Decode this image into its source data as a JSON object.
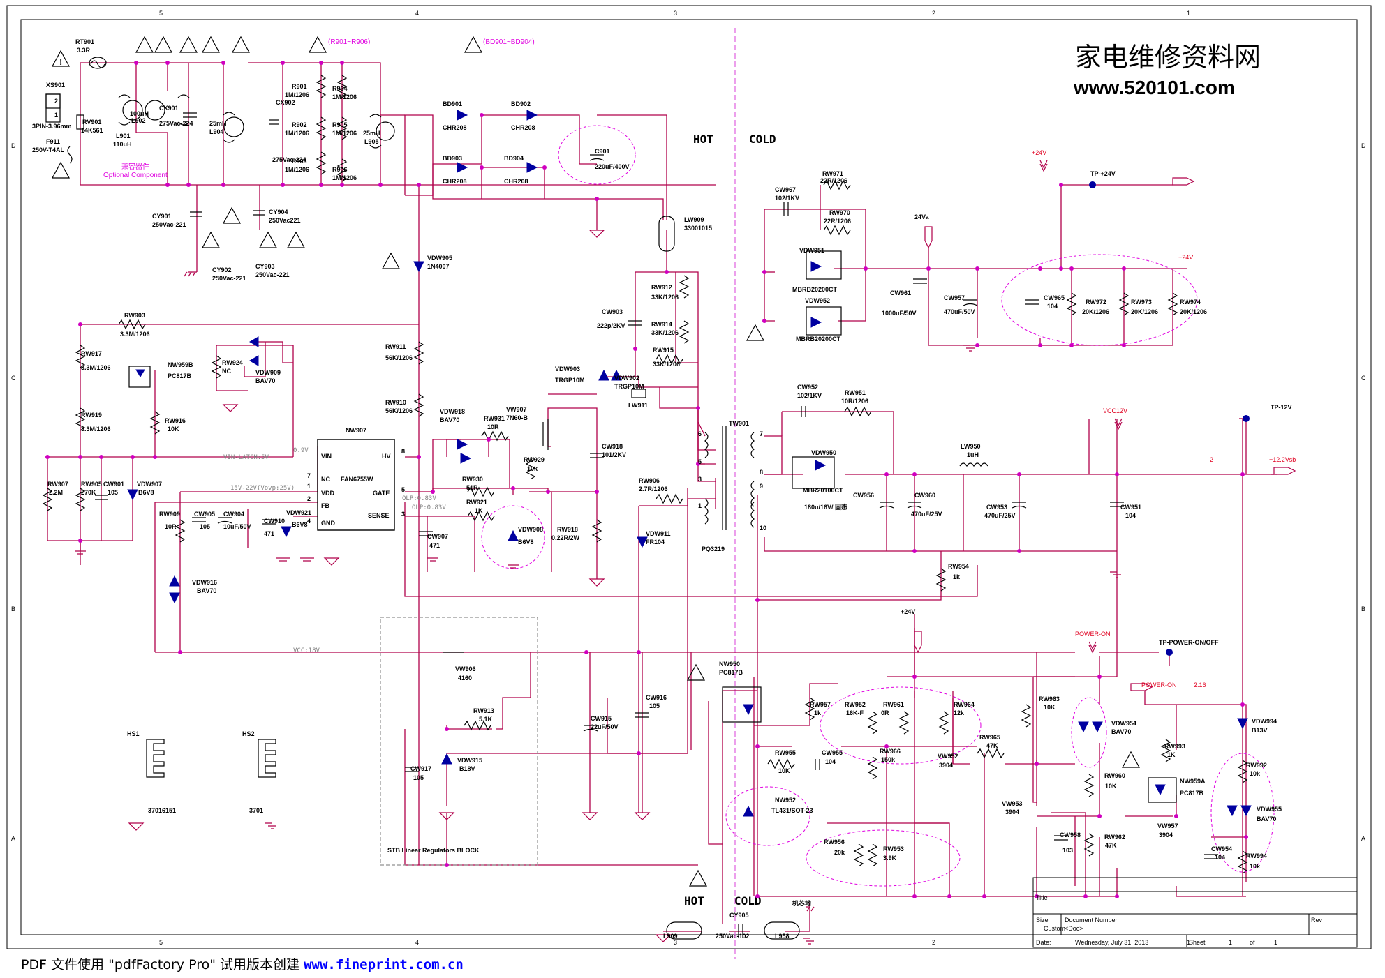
{
  "watermark": {
    "title": "家电维修资料网",
    "url": "www.520101.com"
  },
  "footer": {
    "prefix": "PDF 文件使用 \"pdfFactory Pro\" 试用版本创建 ",
    "link": "www.fineprint.com.cn"
  },
  "zones": {
    "hot": "HOT",
    "cold": "COLD"
  },
  "border": {
    "columns": [
      "5",
      "4",
      "3",
      "2",
      "1"
    ],
    "rows": [
      "D",
      "C",
      "B",
      "A"
    ]
  },
  "title_block": {
    "title": "Title",
    "size": "Size",
    "custom": "Custom",
    "doc_number": "Document Number",
    "doc": "<Doc>",
    "rev": "Rev",
    "date_label": "Date:",
    "date": "Wednesday, July 31, 2013",
    "sheet": "Sheet",
    "sheet_no": "1",
    "of": "of",
    "sheet_total": "1",
    "dot": "."
  },
  "labels": [
    {
      "id": "rt901",
      "t": "RT901"
    },
    {
      "id": "rt901v",
      "t": "3.3R"
    },
    {
      "id": "xs901",
      "t": "XS901"
    },
    {
      "id": "pin2",
      "t": "2"
    },
    {
      "id": "pin1",
      "t": "1"
    },
    {
      "id": "xs901v",
      "t": "3PIN-3.96mm"
    },
    {
      "id": "f911",
      "t": "F911"
    },
    {
      "id": "f911v",
      "t": "250V-T4AL"
    },
    {
      "id": "rv901",
      "t": "RV901"
    },
    {
      "id": "rv901v",
      "t": "14K561"
    },
    {
      "id": "l901",
      "t": "L901"
    },
    {
      "id": "l901v",
      "t": "110uH"
    },
    {
      "id": "l902v",
      "t": "100uH"
    },
    {
      "id": "l902",
      "t": "L902"
    },
    {
      "id": "cx901",
      "t": "CX901"
    },
    {
      "id": "cx901v",
      "t": "275Vac-224"
    },
    {
      "id": "opt1",
      "t": "兼容器件"
    },
    {
      "id": "opt2",
      "t": "Optional Component"
    },
    {
      "id": "l904v",
      "t": "25mH"
    },
    {
      "id": "l904",
      "t": "L904"
    },
    {
      "id": "cx902",
      "t": "CX902"
    },
    {
      "id": "cx902v",
      "t": "275Vac-224"
    },
    {
      "id": "r901",
      "t": "R901"
    },
    {
      "id": "r901v",
      "t": "1M/1206"
    },
    {
      "id": "r902",
      "t": "R902"
    },
    {
      "id": "r902v",
      "t": "1M/1206"
    },
    {
      "id": "r903",
      "t": "R903"
    },
    {
      "id": "r903v",
      "t": "1M/1206"
    },
    {
      "id": "r904",
      "t": "R904"
    },
    {
      "id": "r904v",
      "t": "1M/1206"
    },
    {
      "id": "r905",
      "t": "R905"
    },
    {
      "id": "r905v",
      "t": "1M/1206"
    },
    {
      "id": "r906",
      "t": "R906"
    },
    {
      "id": "r906v",
      "t": "1M/1206"
    },
    {
      "id": "rgrp",
      "t": "(R901~R906)"
    },
    {
      "id": "bdgrp",
      "t": "(BD901~BD904)"
    },
    {
      "id": "l905v",
      "t": "25mH"
    },
    {
      "id": "l905",
      "t": "L905"
    },
    {
      "id": "bd901",
      "t": "BD901"
    },
    {
      "id": "bd901v",
      "t": "CHR208"
    },
    {
      "id": "bd902",
      "t": "BD902"
    },
    {
      "id": "bd902v",
      "t": "CHR208"
    },
    {
      "id": "bd903",
      "t": "BD903"
    },
    {
      "id": "bd903v",
      "t": "CHR208"
    },
    {
      "id": "bd904",
      "t": "BD904"
    },
    {
      "id": "bd904v",
      "t": "CHR208"
    },
    {
      "id": "c901",
      "t": "C901"
    },
    {
      "id": "c901v",
      "t": "220uF/400V"
    },
    {
      "id": "cy901",
      "t": "CY901"
    },
    {
      "id": "cy901v",
      "t": "250Vac-221"
    },
    {
      "id": "cy904",
      "t": "CY904"
    },
    {
      "id": "cy904v",
      "t": "250Vac221"
    },
    {
      "id": "cy902",
      "t": "CY902"
    },
    {
      "id": "cy902v",
      "t": "250Vac-221"
    },
    {
      "id": "cy903",
      "t": "CY903"
    },
    {
      "id": "cy903v",
      "t": "250Vac-221"
    },
    {
      "id": "lw909",
      "t": "LW909"
    },
    {
      "id": "lw909v",
      "t": "33001015"
    },
    {
      "id": "vdw905",
      "t": "VDW905"
    },
    {
      "id": "vdw905v",
      "t": "1N4007"
    },
    {
      "id": "rw903",
      "t": "RW903"
    },
    {
      "id": "rw903v",
      "t": "3.3M/1206"
    },
    {
      "id": "rw917",
      "t": "RW917"
    },
    {
      "id": "rw917v",
      "t": "3.3M/1206"
    },
    {
      "id": "rw919",
      "t": "RW919"
    },
    {
      "id": "rw919v",
      "t": "3.3M/1206"
    },
    {
      "id": "nw959b",
      "t": "NW959B"
    },
    {
      "id": "pc817b",
      "t": "PC817B"
    },
    {
      "id": "rw924",
      "t": "RW924"
    },
    {
      "id": "rw924v",
      "t": "NC"
    },
    {
      "id": "vdw909",
      "t": "VDW909"
    },
    {
      "id": "vdw909v",
      "t": "BAV70"
    },
    {
      "id": "rw916",
      "t": "RW916"
    },
    {
      "id": "rw916v",
      "t": "10K"
    },
    {
      "id": "rw911",
      "t": "RW911"
    },
    {
      "id": "rw911v",
      "t": "56K/1206"
    },
    {
      "id": "rw910",
      "t": "RW910"
    },
    {
      "id": "rw910v",
      "t": "56K/1206"
    },
    {
      "id": "nw907",
      "t": "NW907"
    },
    {
      "id": "ic",
      "t": "FAN6755W"
    },
    {
      "id": "vin",
      "t": "VIN"
    },
    {
      "id": "hv",
      "t": "HV"
    },
    {
      "id": "nc",
      "t": "NC"
    },
    {
      "id": "vdd",
      "t": "VDD"
    },
    {
      "id": "gate",
      "t": "GATE"
    },
    {
      "id": "fb",
      "t": "FB"
    },
    {
      "id": "gnd",
      "t": "GND"
    },
    {
      "id": "sense",
      "t": "SENSE"
    },
    {
      "id": "p8",
      "t": "8"
    },
    {
      "id": "p7",
      "t": "7"
    },
    {
      "id": "p1",
      "t": "1"
    },
    {
      "id": "p2",
      "t": "2"
    },
    {
      "id": "p5",
      "t": "5"
    },
    {
      "id": "p4",
      "t": "4"
    },
    {
      "id": "p3",
      "t": "3"
    },
    {
      "id": "v09",
      "t": "0.9V"
    },
    {
      "id": "vinlatch",
      "t": "VIN-LATCH:5V"
    },
    {
      "id": "vovp",
      "t": "15V-22V(Vovp:25V)"
    },
    {
      "id": "olp1",
      "t": "OLP:0.83V"
    },
    {
      "id": "olp2",
      "t": "OLP:0.83V"
    },
    {
      "id": "rw907",
      "t": "RW907"
    },
    {
      "id": "rw907v",
      "t": "2.2M"
    },
    {
      "id": "rw905",
      "t": "RW905"
    },
    {
      "id": "rw905v",
      "t": "270K"
    },
    {
      "id": "cw901",
      "t": "CW901"
    },
    {
      "id": "cw901v",
      "t": "105"
    },
    {
      "id": "vdw907",
      "t": "VDW907"
    },
    {
      "id": "vdw907v",
      "t": "B6V8"
    },
    {
      "id": "rw909",
      "t": "RW909"
    },
    {
      "id": "rw909v",
      "t": "10R"
    },
    {
      "id": "cw905",
      "t": "CW905"
    },
    {
      "id": "cw905v",
      "t": "105"
    },
    {
      "id": "cw904",
      "t": "CW904"
    },
    {
      "id": "cw904v",
      "t": "10uF/50V"
    },
    {
      "id": "cw910",
      "t": "CW910"
    },
    {
      "id": "cw910v",
      "t": "471"
    },
    {
      "id": "vdw921",
      "t": "VDW921"
    },
    {
      "id": "vdw921v",
      "t": "B6V8"
    },
    {
      "id": "vdw916",
      "t": "VDW916"
    },
    {
      "id": "vdw916v",
      "t": "BAV70"
    },
    {
      "id": "vdw918",
      "t": "VDW918"
    },
    {
      "id": "vdw918v",
      "t": "BAV70"
    },
    {
      "id": "rw931",
      "t": "RW931"
    },
    {
      "id": "rw931v",
      "t": "10R"
    },
    {
      "id": "vw907",
      "t": "VW907"
    },
    {
      "id": "vw907v",
      "t": "7N60-B"
    },
    {
      "id": "rw929",
      "t": "RW929"
    },
    {
      "id": "rw929v",
      "t": "10k"
    },
    {
      "id": "rw930",
      "t": "RW930"
    },
    {
      "id": "rw930v",
      "t": "51R"
    },
    {
      "id": "rw921",
      "t": "RW921"
    },
    {
      "id": "rw921v",
      "t": "1K"
    },
    {
      "id": "cw907",
      "t": "CW907"
    },
    {
      "id": "cw907v",
      "t": "471"
    },
    {
      "id": "vdw908",
      "t": "VDW908"
    },
    {
      "id": "vdw908v",
      "t": "B6V8"
    },
    {
      "id": "rw918",
      "t": "RW918"
    },
    {
      "id": "rw918v",
      "t": "0.22R/2W"
    },
    {
      "id": "cw903",
      "t": "CW903"
    },
    {
      "id": "cw903v",
      "t": "222p/2KV"
    },
    {
      "id": "rw912",
      "t": "RW912"
    },
    {
      "id": "rw912v",
      "t": "33K/1206"
    },
    {
      "id": "rw914",
      "t": "RW914"
    },
    {
      "id": "rw914v",
      "t": "33K/1206"
    },
    {
      "id": "rw915",
      "t": "RW915"
    },
    {
      "id": "rw915v",
      "t": "33K/1206"
    },
    {
      "id": "vdw903",
      "t": "VDW903"
    },
    {
      "id": "vdw903v",
      "t": "TRGP10M"
    },
    {
      "id": "vdw902",
      "t": "VDW902"
    },
    {
      "id": "vdw902v",
      "t": "TRGP10M"
    },
    {
      "id": "lw911",
      "t": "LW911"
    },
    {
      "id": "cw918",
      "t": "CW918"
    },
    {
      "id": "cw918v",
      "t": "101/2KV"
    },
    {
      "id": "rw906",
      "t": "RW906"
    },
    {
      "id": "rw906v",
      "t": "2.7R/1206"
    },
    {
      "id": "vdw911",
      "t": "VDW911"
    },
    {
      "id": "vdw911v",
      "t": "FR104"
    },
    {
      "id": "tw901",
      "t": "TW901"
    },
    {
      "id": "pq3219",
      "t": "PQ3219"
    },
    {
      "id": "t6",
      "t": "6"
    },
    {
      "id": "t5",
      "t": "5"
    },
    {
      "id": "t3",
      "t": "3"
    },
    {
      "id": "t1",
      "t": "1"
    },
    {
      "id": "t7",
      "t": "7"
    },
    {
      "id": "t8",
      "t": "8"
    },
    {
      "id": "t9",
      "t": "9"
    },
    {
      "id": "t10",
      "t": "10"
    },
    {
      "id": "vw906",
      "t": "VW906"
    },
    {
      "id": "vw906v",
      "t": "4160"
    },
    {
      "id": "vcc18",
      "t": "VCC:18V"
    },
    {
      "id": "rw913",
      "t": "RW913"
    },
    {
      "id": "rw913v",
      "t": "5.1K"
    },
    {
      "id": "cw917",
      "t": "CW917"
    },
    {
      "id": "cw917v",
      "t": "105"
    },
    {
      "id": "vdw915",
      "t": "VDW915"
    },
    {
      "id": "vdw915v",
      "t": "B18V"
    },
    {
      "id": "stb",
      "t": "STB Linear Regulators BLOCK"
    },
    {
      "id": "cw915",
      "t": "CW915"
    },
    {
      "id": "cw915v",
      "t": "22uF/50V"
    },
    {
      "id": "cw916",
      "t": "CW916"
    },
    {
      "id": "cw916v",
      "t": "105"
    },
    {
      "id": "hs1",
      "t": "HS1"
    },
    {
      "id": "hs1v",
      "t": "37016151"
    },
    {
      "id": "hs2",
      "t": "HS2"
    },
    {
      "id": "hs2v",
      "t": "3701"
    },
    {
      "id": "cw967",
      "t": "CW967"
    },
    {
      "id": "cw967v",
      "t": "102/1KV"
    },
    {
      "id": "rw971",
      "t": "RW971"
    },
    {
      "id": "rw971v",
      "t": "22R/1206"
    },
    {
      "id": "rw970",
      "t": "RW970"
    },
    {
      "id": "rw970v",
      "t": "22R/1206"
    },
    {
      "id": "vdw951",
      "t": "VDW951"
    },
    {
      "id": "vdw951v",
      "t": "MBRB20200CT"
    },
    {
      "id": "vdw952",
      "t": "VDW952"
    },
    {
      "id": "vdw952v",
      "t": "MBRB20200CT"
    },
    {
      "id": "p24",
      "t": "+24V"
    },
    {
      "id": "p24a",
      "t": "24Va"
    },
    {
      "id": "tp24",
      "t": "TP-+24V"
    },
    {
      "id": "p24b",
      "t": "+24V"
    },
    {
      "id": "cw961",
      "t": "CW961"
    },
    {
      "id": "cw961v",
      "t": "1000uF/50V"
    },
    {
      "id": "cw957",
      "t": "CW957"
    },
    {
      "id": "cw957v",
      "t": "470uF/50V"
    },
    {
      "id": "cw965",
      "t": "CW965"
    },
    {
      "id": "cw965v",
      "t": "104"
    },
    {
      "id": "rw972",
      "t": "RW972"
    },
    {
      "id": "rw972v",
      "t": "20K/1206"
    },
    {
      "id": "rw973",
      "t": "RW973"
    },
    {
      "id": "rw973v",
      "t": "20K/1206"
    },
    {
      "id": "rw974",
      "t": "RW974"
    },
    {
      "id": "rw974v",
      "t": "20K/1206"
    },
    {
      "id": "cw952",
      "t": "CW952"
    },
    {
      "id": "cw952v",
      "t": "102/1KV"
    },
    {
      "id": "rw951",
      "t": "RW951"
    },
    {
      "id": "rw951v",
      "t": "10R/1206"
    },
    {
      "id": "vdw950",
      "t": "VDW950"
    },
    {
      "id": "vdw950v",
      "t": "MBR20100CT"
    },
    {
      "id": "cw956",
      "t": "CW956"
    },
    {
      "id": "cw956v",
      "t": "180u/16V/ 固态"
    },
    {
      "id": "cw960",
      "t": "CW960"
    },
    {
      "id": "cw960v",
      "t": "470uF/25V"
    },
    {
      "id": "lw950",
      "t": "LW950"
    },
    {
      "id": "lw950v",
      "t": "1uH"
    },
    {
      "id": "cw953",
      "t": "CW953"
    },
    {
      "id": "cw953v",
      "t": "470uF/25V"
    },
    {
      "id": "cw951",
      "t": "CW951"
    },
    {
      "id": "cw951v",
      "t": "104"
    },
    {
      "id": "vcc12",
      "t": "VCC12V"
    },
    {
      "id": "tp12",
      "t": "TP-12V"
    },
    {
      "id": "p122",
      "t": "+12.2Vsb"
    },
    {
      "id": "n2",
      "t": "2"
    },
    {
      "id": "rw954",
      "t": "RW954"
    },
    {
      "id": "rw954v",
      "t": "1k"
    },
    {
      "id": "nw950",
      "t": "NW950"
    },
    {
      "id": "nw950v",
      "t": "PC817B"
    },
    {
      "id": "rw957",
      "t": "RW957"
    },
    {
      "id": "rw957v",
      "t": "1k"
    },
    {
      "id": "p24c",
      "t": "+24V"
    },
    {
      "id": "rw952",
      "t": "RW952"
    },
    {
      "id": "rw952v",
      "t": "16K-F"
    },
    {
      "id": "rw961",
      "t": "RW961"
    },
    {
      "id": "rw961v",
      "t": "0R"
    },
    {
      "id": "rw964",
      "t": "RW964"
    },
    {
      "id": "rw964v",
      "t": "12k"
    },
    {
      "id": "rw965",
      "t": "RW965"
    },
    {
      "id": "rw965v",
      "t": "47K"
    },
    {
      "id": "rw955",
      "t": "RW955"
    },
    {
      "id": "rw955v",
      "t": "10K"
    },
    {
      "id": "cw955",
      "t": "CW955"
    },
    {
      "id": "cw955v",
      "t": "104"
    },
    {
      "id": "rw966",
      "t": "RW966"
    },
    {
      "id": "rw966v",
      "t": "150k"
    },
    {
      "id": "vw952",
      "t": "VW952"
    },
    {
      "id": "vw952v",
      "t": "3904"
    },
    {
      "id": "nw952",
      "t": "NW952"
    },
    {
      "id": "nw952v",
      "t": "TL431/SOT-23"
    },
    {
      "id": "rw956",
      "t": "RW956"
    },
    {
      "id": "rw956v",
      "t": "20k"
    },
    {
      "id": "rw953",
      "t": "RW953"
    },
    {
      "id": "rw953v",
      "t": "3.9K"
    },
    {
      "id": "rw963",
      "t": "RW963"
    },
    {
      "id": "rw963v",
      "t": "10K"
    },
    {
      "id": "pon",
      "t": "POWER-ON"
    },
    {
      "id": "pon2",
      "t": "POWER-ON"
    },
    {
      "id": "tpon",
      "t": "TP-POWER-ON/OFF"
    },
    {
      "id": "v216",
      "t": "2.16"
    },
    {
      "id": "vdw954",
      "t": "VDW954"
    },
    {
      "id": "vdw954v",
      "t": "BAV70"
    },
    {
      "id": "rw960",
      "t": "RW960"
    },
    {
      "id": "rw960v",
      "t": "10K"
    },
    {
      "id": "vw953",
      "t": "VW953"
    },
    {
      "id": "vw953v",
      "t": "3904"
    },
    {
      "id": "cw958",
      "t": "CW958"
    },
    {
      "id": "cw958v",
      "t": "103"
    },
    {
      "id": "rw962",
      "t": "RW962"
    },
    {
      "id": "rw962v",
      "t": "47K"
    },
    {
      "id": "rw993",
      "t": "RW993"
    },
    {
      "id": "rw993v",
      "t": "1K"
    },
    {
      "id": "nw959a",
      "t": "NW959A"
    },
    {
      "id": "nw959av",
      "t": "PC817B"
    },
    {
      "id": "vw957",
      "t": "VW957"
    },
    {
      "id": "vw957v",
      "t": "3904"
    },
    {
      "id": "cw954",
      "t": "CW954"
    },
    {
      "id": "cw954v",
      "t": "104"
    },
    {
      "id": "vdw994",
      "t": "VDW994"
    },
    {
      "id": "vdw994v",
      "t": "B13V"
    },
    {
      "id": "rw992",
      "t": "RW992"
    },
    {
      "id": "rw992v",
      "t": "10k"
    },
    {
      "id": "vdw955",
      "t": "VDW955"
    },
    {
      "id": "vdw955v",
      "t": "BAV70"
    },
    {
      "id": "rw994",
      "t": "RW994"
    },
    {
      "id": "rw994v",
      "t": "10k"
    },
    {
      "id": "l909",
      "t": "L909"
    },
    {
      "id": "cy905",
      "t": "CY905"
    },
    {
      "id": "cy905v",
      "t": "250Vac-102"
    },
    {
      "id": "l958",
      "t": "L958"
    },
    {
      "id": "chassis",
      "t": "机芯地"
    }
  ],
  "colors": {
    "wire": "#b0004a",
    "part": "#000000",
    "node": "#d000c0",
    "note": "#e000e0",
    "warn": "#0000a0",
    "zone": "#e060e0"
  }
}
